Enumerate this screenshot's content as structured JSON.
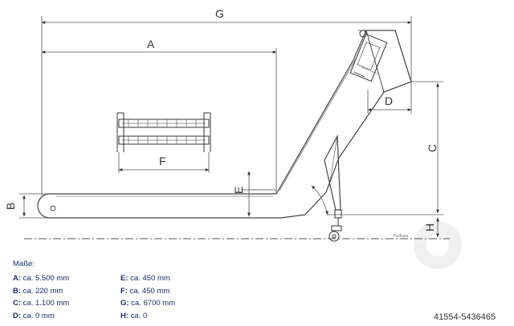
{
  "dimension_letters": {
    "g": "G",
    "a": "A",
    "f": "F",
    "d": "D",
    "c": "C",
    "b": "B",
    "e": "E",
    "h": "H"
  },
  "small_label": "Podhala",
  "legend": {
    "title": "Maße:",
    "items": [
      {
        "key": "A:",
        "value": "ca. 5.500 mm"
      },
      {
        "key": "B:",
        "value": "ca. 220 mm"
      },
      {
        "key": "C:",
        "value": "ca. 1.100 mm"
      },
      {
        "key": "D:",
        "value": "ca. 0 mm"
      },
      {
        "key": "E:",
        "value": "ca. 450 mm"
      },
      {
        "key": "F:",
        "value": "ca. 450 mm"
      },
      {
        "key": "G:",
        "value": "ca. 6700 mm"
      },
      {
        "key": "H:",
        "value": "ca.  0"
      }
    ]
  },
  "watermark": "41554-5436465"
}
